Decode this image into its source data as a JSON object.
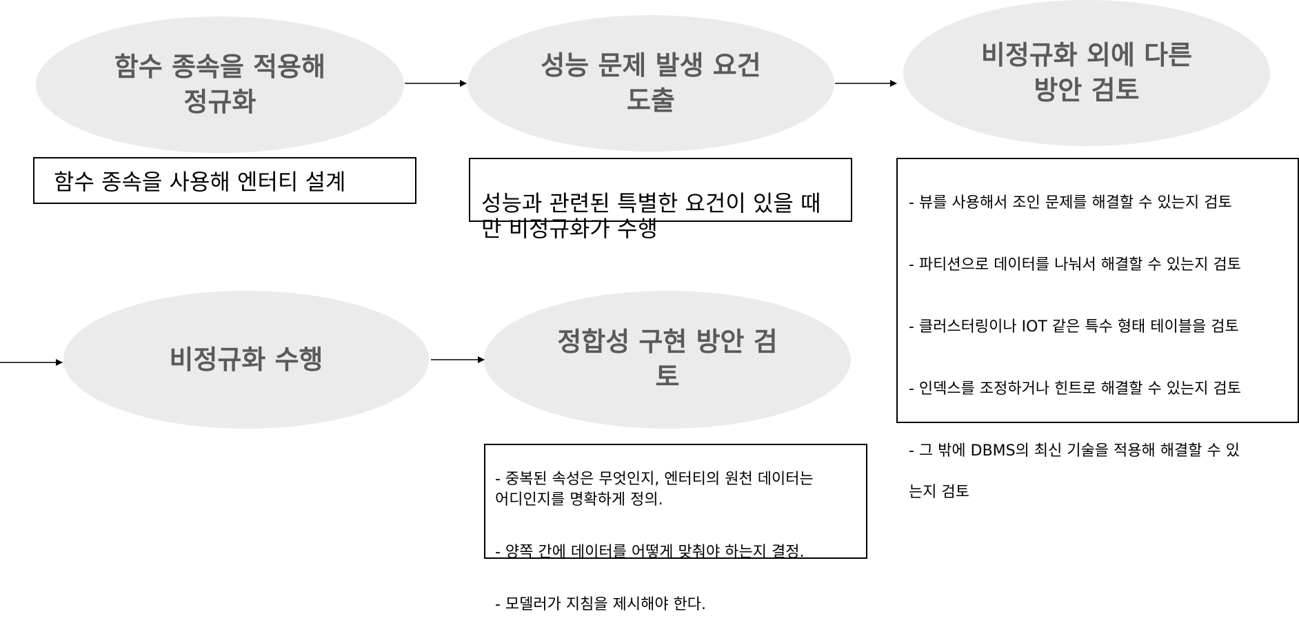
{
  "steps": [
    {
      "title": "함수 종속을 적용해\n정규화",
      "desc": "함수 종속을 사용해 엔터티 설계"
    },
    {
      "title": "성능 문제 발생 요건\n도출",
      "desc": "성능과 관련된 특별한 요건이 있을 때\n만 비정규화가 수행"
    },
    {
      "title": "비정규화 외에 다른\n방안 검토",
      "items": [
        "- 뷰를 사용해서 조인 문제를 해결할 수 있는지 검토",
        "- 파티션으로 데이터를 나눠서 해결할 수 있는지 검토",
        "- 클러스터링이나 IOT 같은 특수 형태 테이블을 검토",
        "- 인덱스를 조정하거나 힌트로 해결할 수 있는지 검토",
        "- 그 밖에 DBMS의 최신 기술을 적용해 해결할 수 있\n는지 검토"
      ]
    },
    {
      "title": "비정규화 수행"
    },
    {
      "title": "정합성 구현 방안 검\n토",
      "items": [
        "- 중복된 속성은 무엇인지, 엔터티의 원천 데이터는\n어디인지를 명확하게 정의.",
        "- 양쪽 간에 데이터를 어떻게 맞춰야 하는지 결정.",
        "- 모델러가 지침을 제시해야 한다."
      ]
    }
  ],
  "colors": {
    "ellipse_fill": "#ebebeb",
    "ellipse_text": "#5a5a5a",
    "border": "#000000",
    "arrow": "#000000"
  }
}
